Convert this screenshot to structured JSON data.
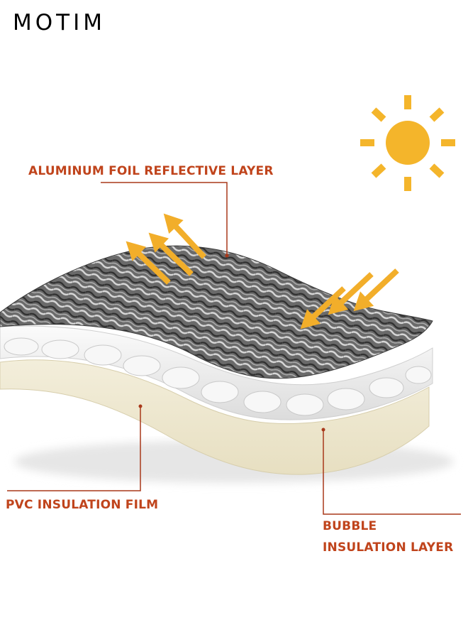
{
  "brand": {
    "name": "MOTIM"
  },
  "callouts": {
    "foil": "ALUMINUM FOIL REFLECTIVE LAYER",
    "pvc": "PVC INSULATION FILM",
    "bubble": "BUBBLE INSULATION LAYER"
  },
  "colors": {
    "callout_text": "#c0441c",
    "leader_line": "#a8381a",
    "sun": "#f4b52b",
    "arrow": "#f2ae2a",
    "foil": "#7a7a7a",
    "bubble": "#ececec",
    "pvc": "#efe8cf"
  },
  "icons": {
    "sun": "sun-icon",
    "arrows": "arrow-icon"
  }
}
